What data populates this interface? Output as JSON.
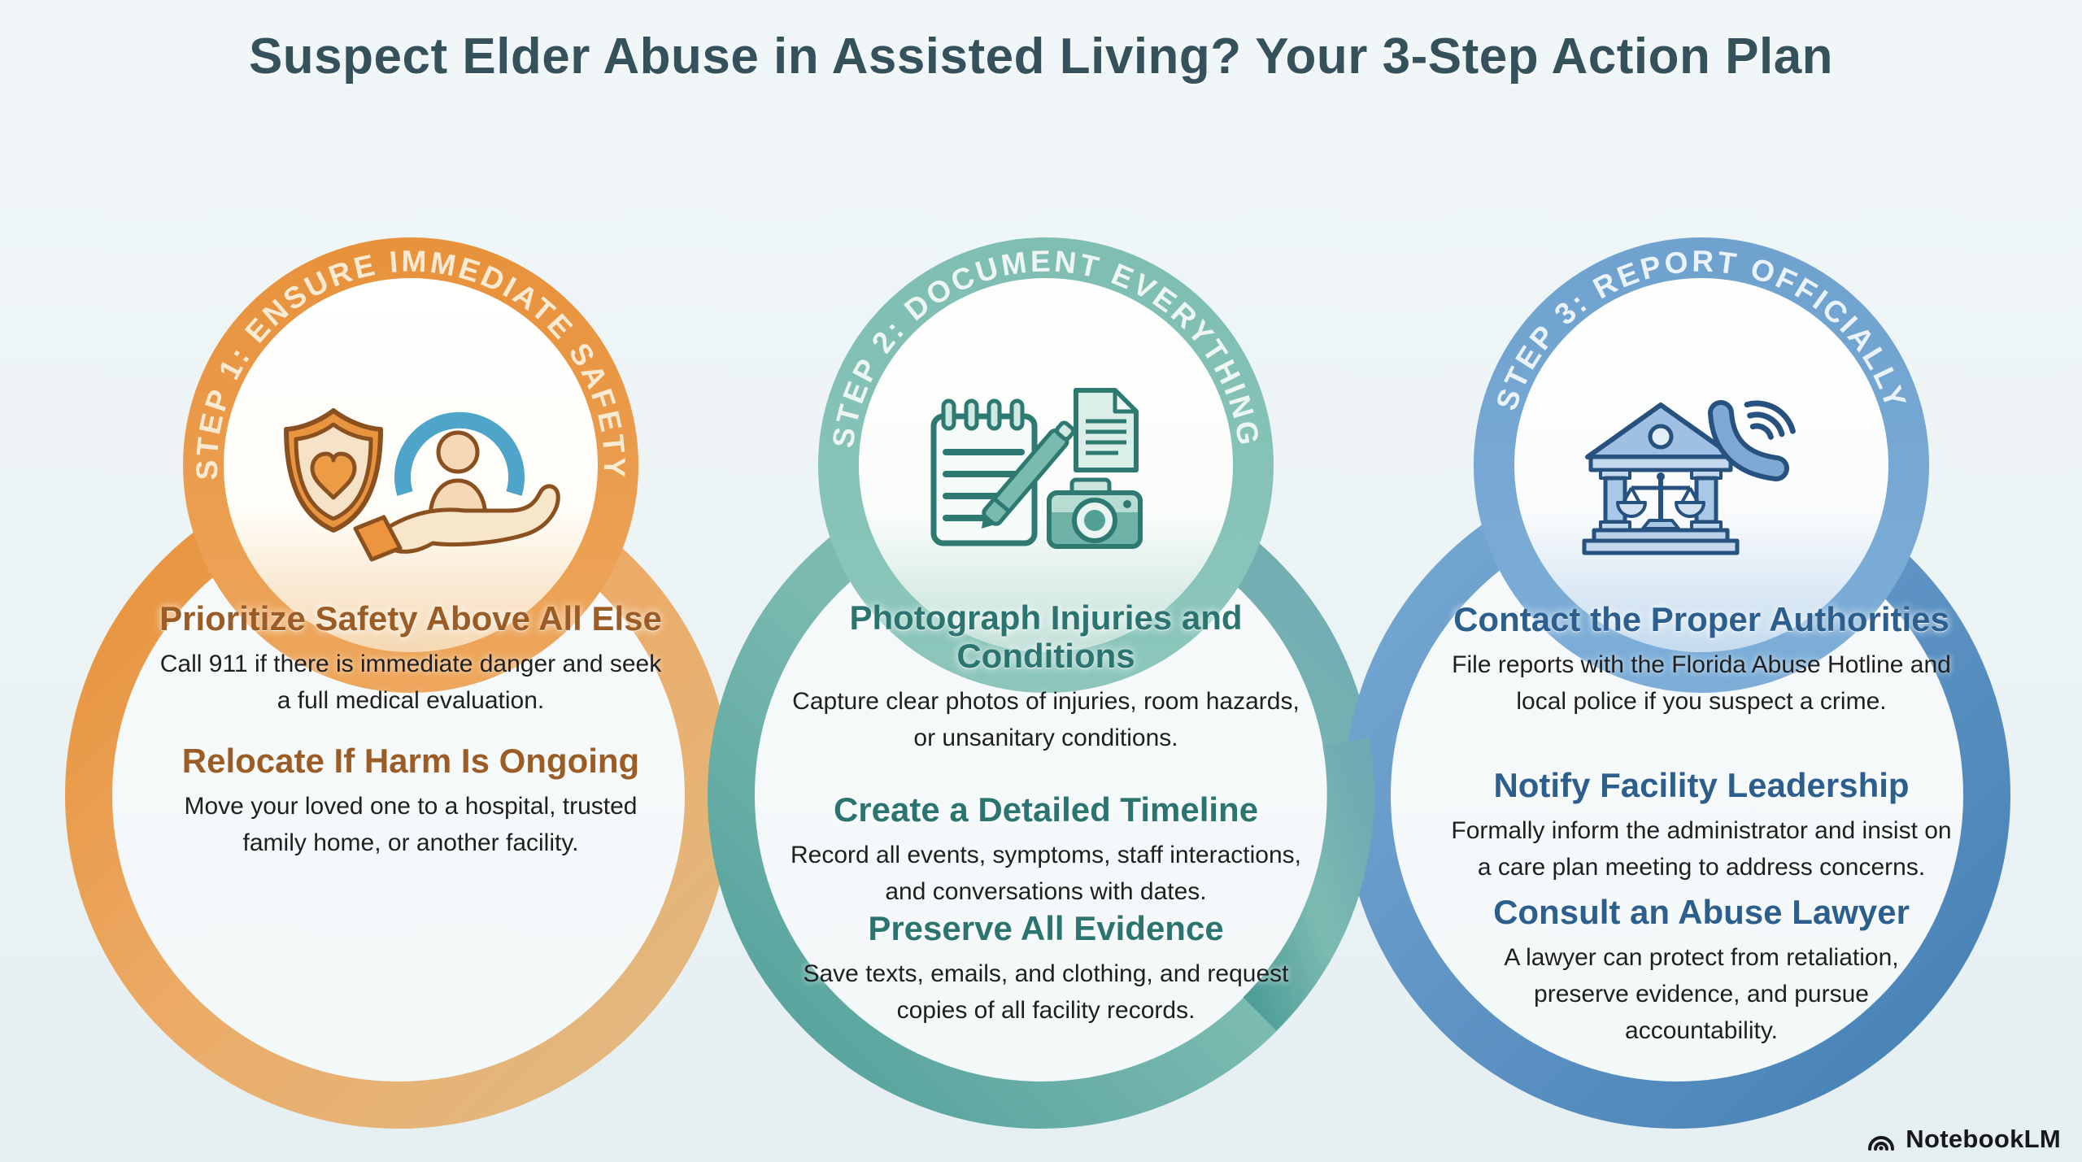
{
  "title": "Suspect Elder Abuse in Assisted Living? Your 3-Step Action Plan",
  "colors": {
    "background": "#EEF4F6",
    "title_text": "#35515B",
    "step1_accent": "#E8953F",
    "step1_heading": "#9C5C26",
    "step2_accent": "#6FB3AA",
    "step2_heading": "#2C7470",
    "step3_accent": "#5E93C4",
    "step3_heading": "#2C5F8E",
    "body_text": "#1E1F21"
  },
  "steps": [
    {
      "id": 1,
      "arc_label": "STEP 1: ENSURE IMMEDIATE SAFETY",
      "icon": "shield-heart-and-care-hand-icon",
      "sections": [
        {
          "heading": "Prioritize Safety Above All Else",
          "body": "Call 911 if there is immediate danger and seek a full medical evaluation."
        },
        {
          "heading": "Relocate If Harm Is Ongoing",
          "body": "Move your loved one to a hospital, trusted family home, or another facility."
        }
      ]
    },
    {
      "id": 2,
      "arc_label": "STEP 2: DOCUMENT EVERYTHING",
      "icon": "notepad-pen-document-camera-icon",
      "sections": [
        {
          "heading": "Photograph Injuries and Conditions",
          "body": "Capture clear photos of injuries, room hazards, or unsanitary conditions."
        },
        {
          "heading": "Create a Detailed Timeline",
          "body": "Record all events, symptoms, staff interactions, and conversations with dates."
        },
        {
          "heading": "Preserve All Evidence",
          "body": "Save texts, emails, and clothing, and request copies of all facility records."
        }
      ]
    },
    {
      "id": 3,
      "arc_label": "STEP 3: REPORT OFFICIALLY",
      "icon": "courthouse-scales-phone-icon",
      "sections": [
        {
          "heading": "Contact the Proper Authorities",
          "body": "File reports with the Florida Abuse Hotline and local police if you suspect a crime."
        },
        {
          "heading": "Notify Facility Leadership",
          "body": "Formally inform the administrator and insist on a care plan meeting to address concerns."
        },
        {
          "heading": "Consult an Abuse Lawyer",
          "body": "A lawyer can protect from retaliation, preserve evidence, and pursue accountability."
        }
      ]
    }
  ],
  "footer": {
    "brand": "NotebookLM",
    "logo_icon": "notebooklm-arcs-icon"
  }
}
